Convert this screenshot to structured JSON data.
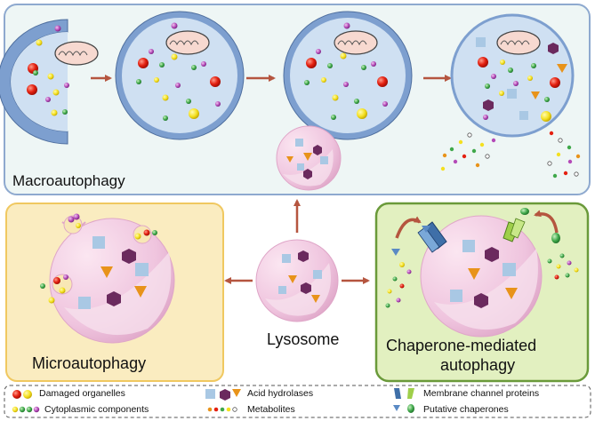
{
  "panels": {
    "macro_label": "Macroautophagy",
    "micro_label": "Microautophagy",
    "lysosome_label": "Lysosome",
    "cma_label_line1": "Chaperone-mediated",
    "cma_label_line2": "autophagy"
  },
  "legend": {
    "damaged_organelles": "Damaged organelles",
    "cytoplasmic_components": "Cytoplasmic components",
    "acid_hydrolases": "Acid hydrolases",
    "metabolites": "Metabolites",
    "membrane_channel_proteins": "Membrane channel proteins",
    "putative_chaperones": "Putative chaperones"
  },
  "colors": {
    "macro_border": "#8ea9cf",
    "macro_fill": "#eef6f5",
    "micro_border": "#f0c860",
    "micro_fill": "#faecc0",
    "cma_border": "#6a9a3a",
    "cma_fill": "#e2f0c0",
    "lysosome_pink": "#eec6df",
    "vesicle_blue": "#cfe0f2",
    "arrow": "#b5553f",
    "hydrolase_square": "#a9c8e4",
    "hydrolase_hexagon": "#6b2a5e",
    "hydrolase_triangle": "#e8931a"
  }
}
